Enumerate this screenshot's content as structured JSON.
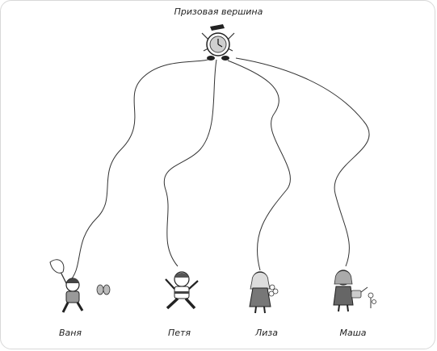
{
  "title": "Призовая вершина",
  "children": [
    {
      "name": "Ваня"
    },
    {
      "name": "Петя"
    },
    {
      "name": "Лиза"
    },
    {
      "name": "Маша"
    }
  ],
  "colors": {
    "line": "#333333",
    "ink": "#222222",
    "frame": "#d8d8d8"
  },
  "icons": {
    "prize": "prize-clock-icon",
    "child": "child-figure-icon"
  }
}
